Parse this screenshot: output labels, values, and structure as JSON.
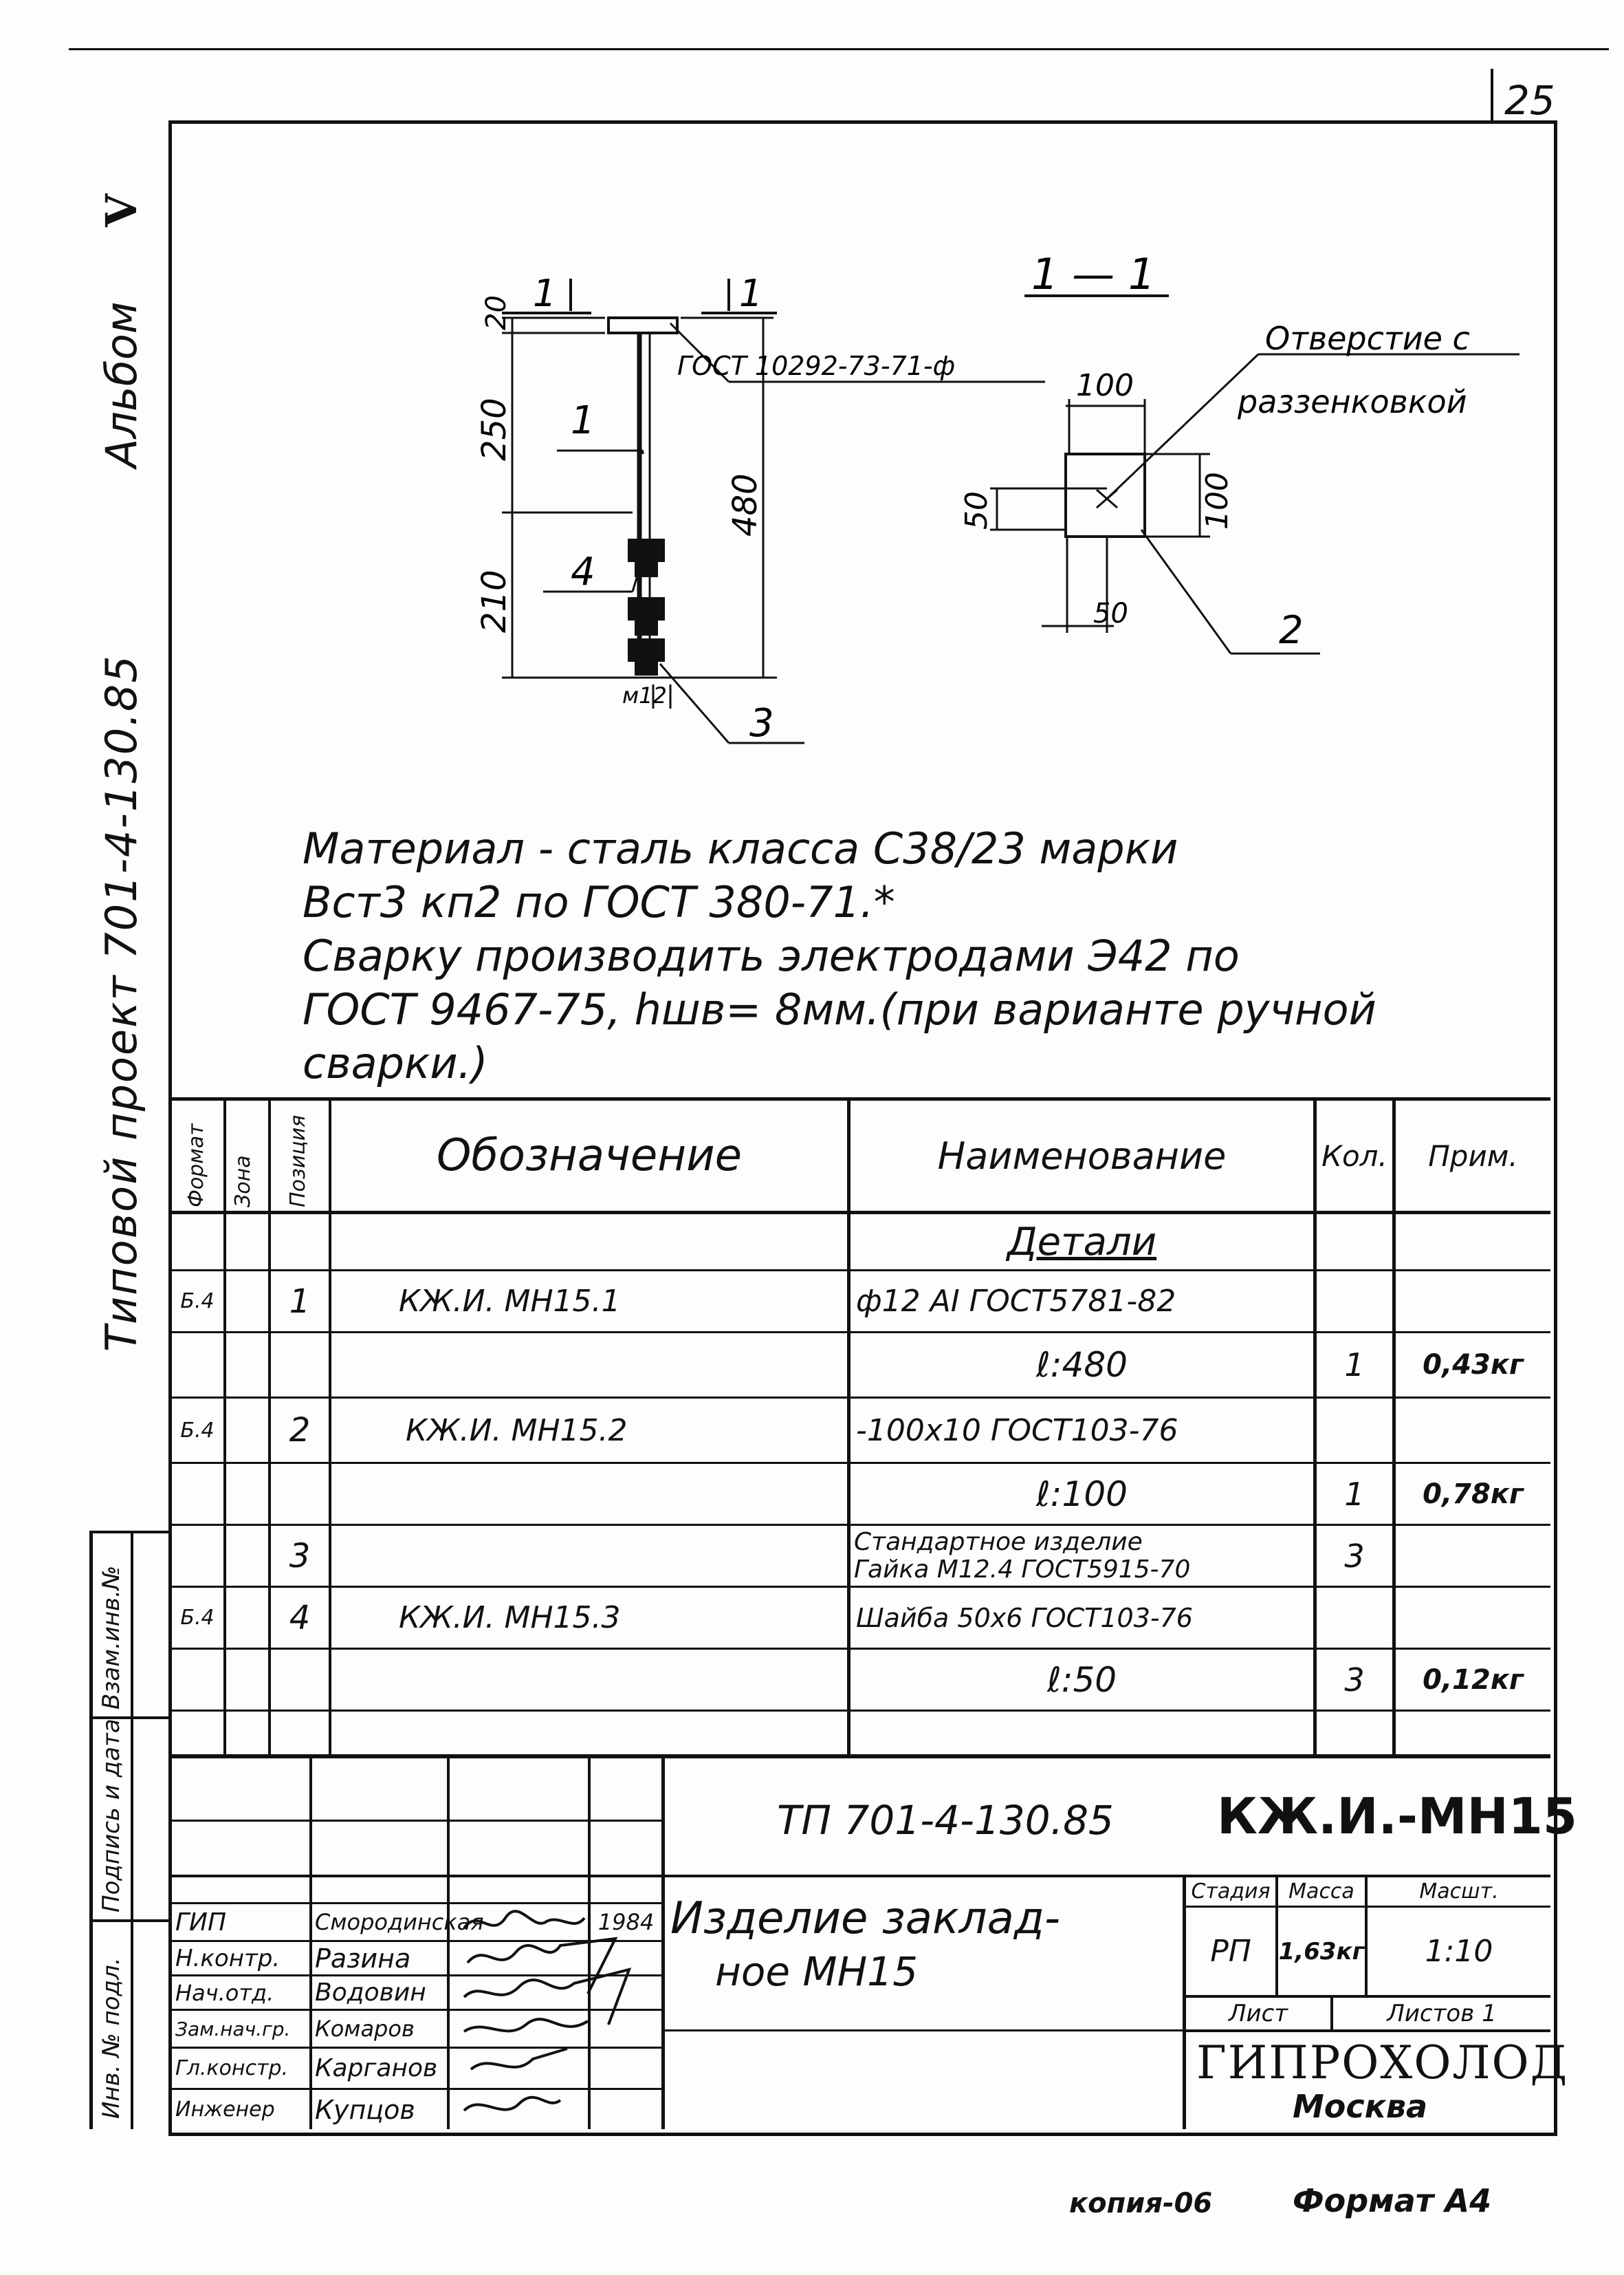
{
  "sheet_number": "25",
  "side": {
    "album": "Альбом",
    "album_no": "V",
    "project": "Типовой  проект 701-4-130.85"
  },
  "drawing": {
    "section_mark": "1",
    "section_label": "1 — 1",
    "gost_callout": "ГОСТ 10292-73-71-ф",
    "hole_note_1": "Отверстие с",
    "hole_note_2": "раззенковкой",
    "dim_20": "20",
    "dim_250": "250",
    "dim_210": "210",
    "dim_480": "480",
    "dim_100_top": "100",
    "dim_100_side": "100",
    "dim_50_side": "50",
    "dim_50_bottom": "50",
    "dim_m12": "м12",
    "pos_1": "1",
    "pos_2": "2",
    "pos_3": "3",
    "pos_4": "4"
  },
  "notes": [
    "Материал - сталь  класса  С38/23  марки",
    "Вст3 кп2  по  ГОСТ 380-71.*",
    "Сварку  производить  электродами Э42  по",
    "ГОСТ 9467-75,  hшв= 8мм.(при  варианте  ручной",
    "сварки.)"
  ],
  "spec": {
    "headers": {
      "format": "Формат",
      "zone": "Зона",
      "position": "Позиция",
      "designation": "Обозначение",
      "name": "Наименование",
      "qty": "Кол.",
      "note": "Прим."
    },
    "section_title": "Детали",
    "rows": [
      {
        "format": "Б.4",
        "pos": "1",
        "designation": "КЖ.И.   МН15.1",
        "name": "ф12 АI ГОСТ5781-82",
        "qty": "",
        "note": ""
      },
      {
        "format": "",
        "pos": "",
        "designation": "",
        "name": "ℓ:480",
        "qty": "1",
        "note": "0,43кг"
      },
      {
        "format": "Б.4",
        "pos": "2",
        "designation": "КЖ.И.   МН15.2",
        "name": "-100х10 ГОСТ103-76",
        "qty": "",
        "note": ""
      },
      {
        "format": "",
        "pos": "",
        "designation": "",
        "name": "ℓ:100",
        "qty": "1",
        "note": "0,78кг"
      },
      {
        "format": "",
        "pos": "3",
        "designation": "",
        "name": "Стандартное изделие",
        "name2": "Гайка М12.4 ГОСТ5915-70",
        "qty": "3",
        "note": ""
      },
      {
        "format": "Б.4",
        "pos": "4",
        "designation": "КЖ.И.   МН15.3",
        "name": "Шайба 50х6 ГОСТ103-76",
        "qty": "",
        "note": ""
      },
      {
        "format": "",
        "pos": "",
        "designation": "",
        "name": "ℓ:50",
        "qty": "3",
        "note": "0,12кг"
      }
    ]
  },
  "left_strip": {
    "inv_podl": "Инв. № подл.",
    "sign_date": "Подпись и дата",
    "vzam_inv": "Взам.инв.№"
  },
  "title_block": {
    "project_code": "ТП 701-4-130.85",
    "doc_code": "КЖ.И.-МН15",
    "item_name_1": "Изделие  заклад-",
    "item_name_2": "ное      МН15",
    "stage_label": "Стадия",
    "mass_label": "Масса",
    "scale_label": "Масшт.",
    "stage": "РП",
    "mass": "1,63кг",
    "scale": "1:10",
    "sheet_label": "Лист",
    "sheets_label": "Листов 1",
    "org": "ГИПРОХОЛОД",
    "city": "Москва",
    "signers": [
      {
        "role": "ГИП",
        "name": "Смородинская",
        "date": "1984"
      },
      {
        "role": "Н.контр.",
        "name": "Разина",
        "date": ""
      },
      {
        "role": "Нач.отд.",
        "name": "Водовин",
        "date": ""
      },
      {
        "role": "Зам.нач.гр.",
        "name": "Комаров",
        "date": ""
      },
      {
        "role": "Гл.констр.",
        "name": "Карганов",
        "date": ""
      },
      {
        "role": "Инженер",
        "name": "Купцов",
        "date": ""
      }
    ]
  },
  "footer": {
    "copy": "копия-06",
    "format": "Формат А4"
  }
}
